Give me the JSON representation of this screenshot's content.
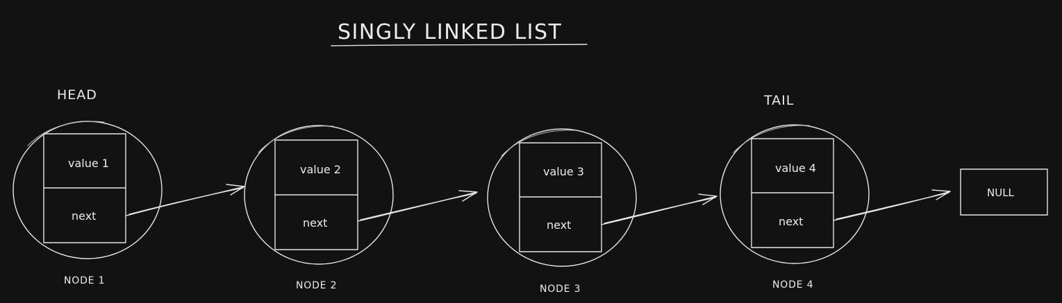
{
  "title": "SINGLY LINKED LIST",
  "head_label": "HEAD",
  "tail_label": "TAIL",
  "nodes": [
    {
      "value": "value 1",
      "next": "next",
      "name": "NODE 1"
    },
    {
      "value": "value 2",
      "next": "next",
      "name": "NODE 2"
    },
    {
      "value": "value 3",
      "next": "next",
      "name": "NODE 3"
    },
    {
      "value": "value 4",
      "next": "next",
      "name": "NODE 4"
    }
  ],
  "null_label": "NULL",
  "colors": {
    "background": "#121212",
    "stroke": "#e6e6e6",
    "text": "#ececec"
  }
}
